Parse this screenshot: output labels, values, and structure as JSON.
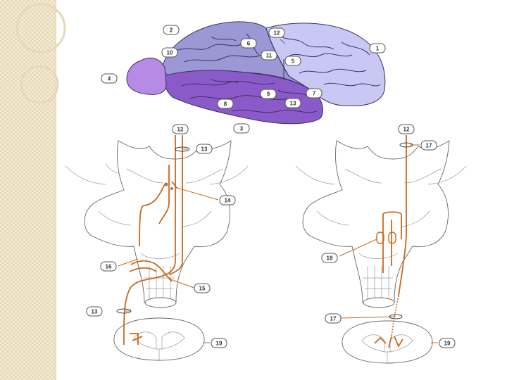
{
  "labels": {
    "l1": "1",
    "l2": "2",
    "l3": "3",
    "l4": "4",
    "l5": "5",
    "l6": "6",
    "l7": "7",
    "l8": "8",
    "l9": "9",
    "l10": "10",
    "l11": "11",
    "l12": "12",
    "l13": "13",
    "l14": "14",
    "l15": "15",
    "l16": "16",
    "l17": "17",
    "l18": "18",
    "l19": "19"
  },
  "colors": {
    "frontal_lobe": "#c9c7f3",
    "parietal_lobe": "#9c98d6",
    "temporal_lobe": "#8a5ac8",
    "occipital_lobe": "#b58be6",
    "tract": "#c8691f"
  }
}
